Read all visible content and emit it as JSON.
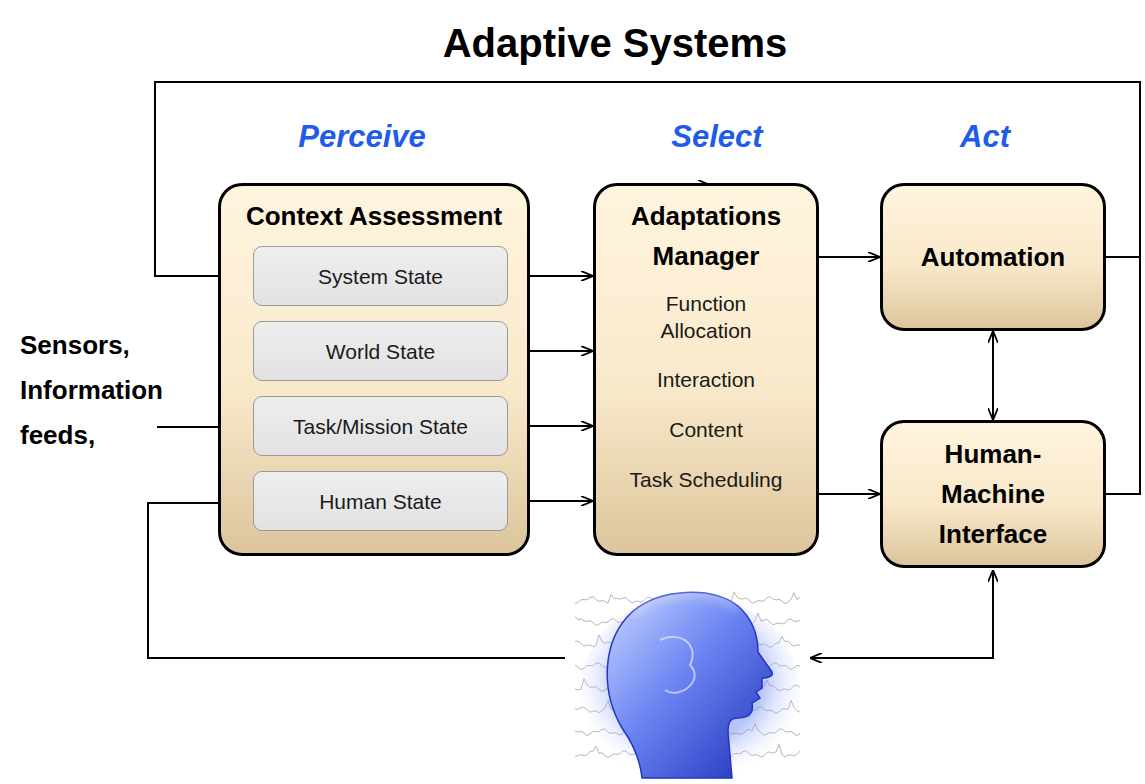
{
  "diagram": {
    "title": "Adaptive Systems",
    "nodes": [
      {
        "text": [
          "Context Assessment"
        ]
      },
      {
        "text": [
          "System State"
        ],
        "in": 0
      },
      {
        "text": [
          "World State"
        ],
        "in": 0
      },
      {
        "text": [
          "Task/Mission State"
        ],
        "in": 0
      },
      {
        "text": [
          "Human State"
        ],
        "in": 0
      },
      {
        "text": [
          "Adaptations Manager",
          "Function Allocation",
          "Interaction",
          "Content",
          "Task Scheduling"
        ]
      },
      {
        "text": [
          "Automation"
        ]
      },
      {
        "text": [
          "Human- Machine Interface"
        ]
      }
    ],
    "edges": [
      {
        "from": 1,
        "to": 5,
        "arrow": "to"
      },
      {
        "from": 2,
        "to": 5,
        "arrow": "to"
      },
      {
        "from": 3,
        "to": 5,
        "arrow": "to"
      },
      {
        "from": 4,
        "to": 5,
        "arrow": "to"
      },
      {
        "from": 5,
        "to": 6,
        "arrow": "to"
      },
      {
        "from": 5,
        "to": 7,
        "arrow": "to"
      },
      {
        "from": 6,
        "to": 7,
        "arrow": "both"
      },
      {
        "from": 6,
        "to": 1,
        "arrow": "to"
      },
      {
        "from": 7,
        "to": 1,
        "arrow": "to"
      }
    ],
    "labels": [
      "Perceive",
      "Select",
      "Act",
      "Sensors, Information feeds,"
    ]
  }
}
